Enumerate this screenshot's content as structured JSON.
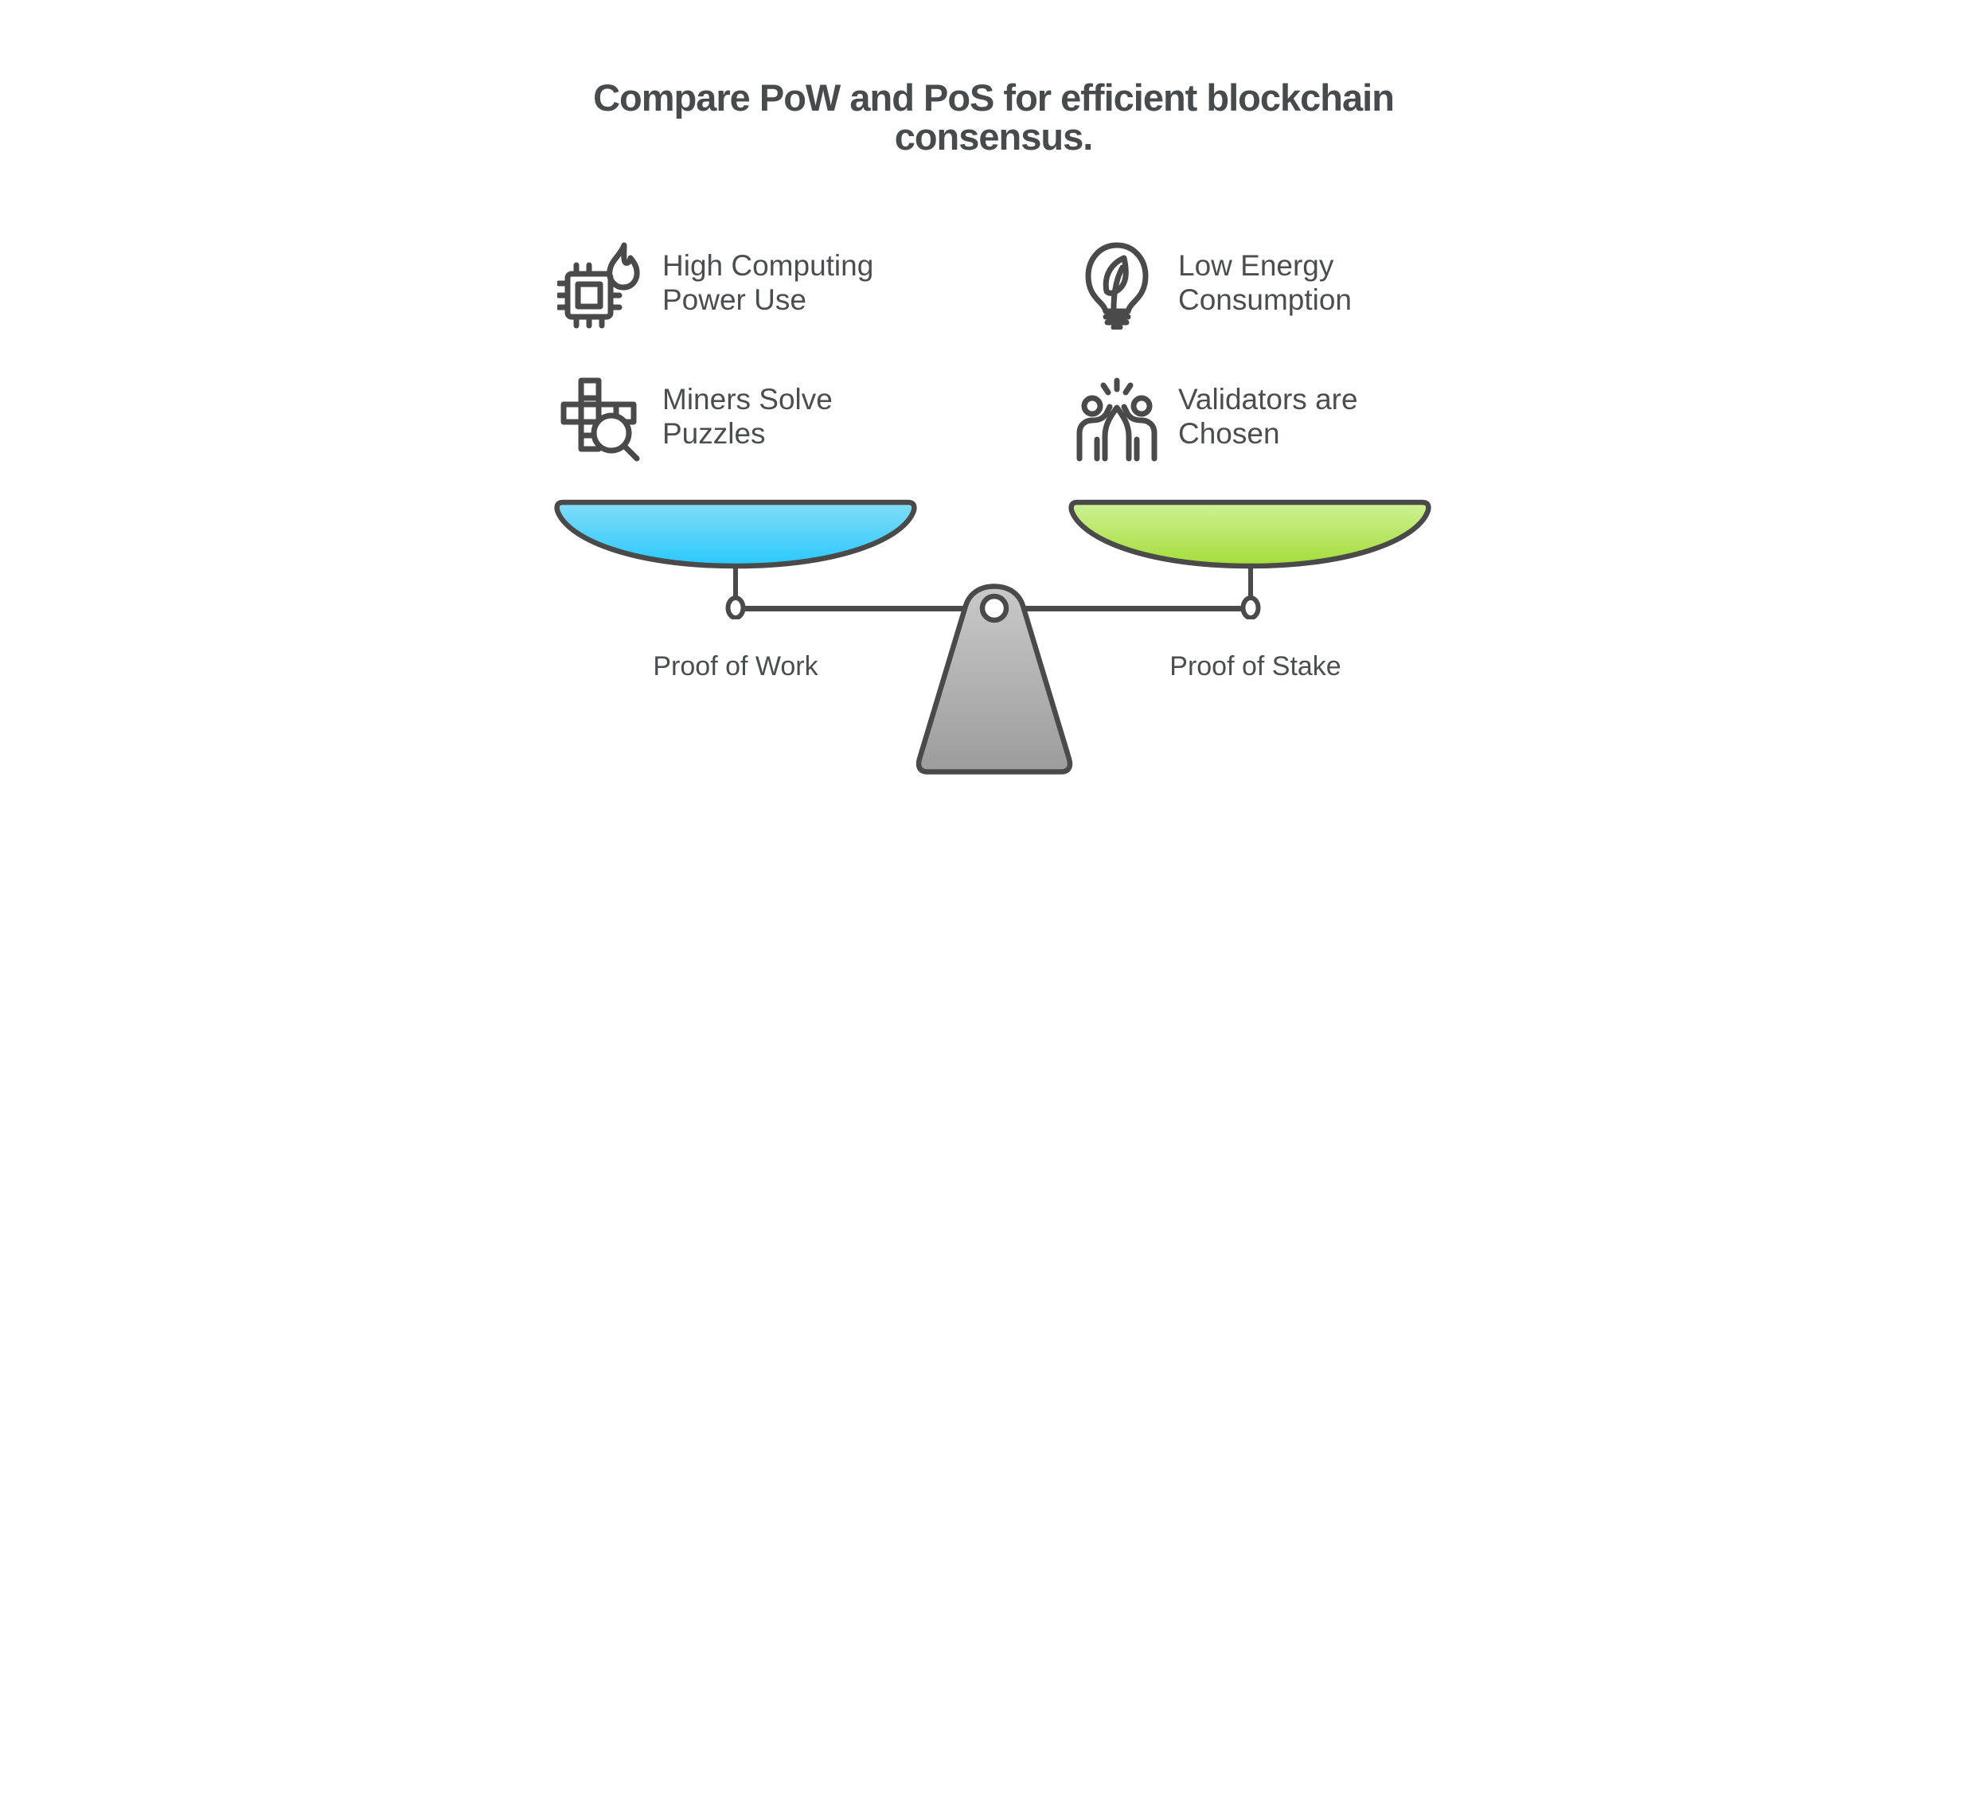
{
  "title": {
    "line1": "Compare PoW and PoS for efficient blockchain",
    "line2": "consensus."
  },
  "features": [
    {
      "side": "pow",
      "icon": "chip-flame-icon",
      "lines": [
        "High Computing",
        "Power Use"
      ]
    },
    {
      "side": "pow",
      "icon": "puzzle-magnifier-icon",
      "lines": [
        "Miners Solve",
        "Puzzles"
      ]
    },
    {
      "side": "pos",
      "icon": "leaf-bulb-icon",
      "lines": [
        "Low Energy",
        "Consumption"
      ]
    },
    {
      "side": "pos",
      "icon": "high-five-people-icon",
      "lines": [
        "Validators are",
        "Chosen"
      ]
    }
  ],
  "balance": {
    "left_label": "Proof of Work",
    "right_label": "Proof of Stake"
  },
  "colors": {
    "outline": "#4a4a4a",
    "text": "#4b4e50",
    "pow_pan_top": "#82ddf8",
    "pow_pan_bottom": "#2ac8fc",
    "pos_pan_top": "#cdf295",
    "pos_pan_bottom": "#a5dc3a",
    "fulcrum_top": "#c9c9c9",
    "fulcrum_bottom": "#9c9c9c",
    "background": "#ffffff"
  }
}
